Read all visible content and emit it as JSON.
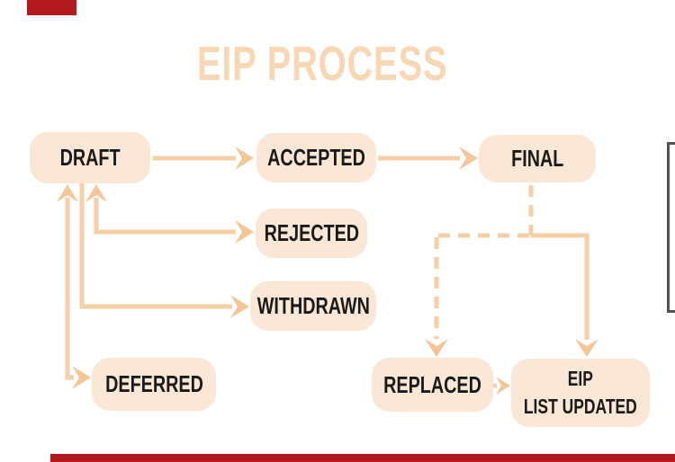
{
  "title": "EIP PROCESS",
  "nodes": {
    "draft": {
      "label": "DRAFT"
    },
    "accepted": {
      "label": "ACCEPTED"
    },
    "final": {
      "label": "FINAL"
    },
    "rejected": {
      "label": "REJECTED"
    },
    "withdrawn": {
      "label": "WITHDRAWN"
    },
    "deferred": {
      "label": "DEFERRED"
    },
    "replaced": {
      "label": "REPLACED"
    },
    "eip_list_updated": {
      "line1": "EIP",
      "line2": "LIST UPDATED"
    }
  },
  "edges": [
    {
      "from": "DRAFT",
      "to": "ACCEPTED",
      "style": "solid",
      "arrows": "forward"
    },
    {
      "from": "ACCEPTED",
      "to": "FINAL",
      "style": "solid",
      "arrows": "forward"
    },
    {
      "from": "DRAFT",
      "to": "REJECTED",
      "style": "solid",
      "arrows": "both"
    },
    {
      "from": "DRAFT",
      "to": "WITHDRAWN",
      "style": "solid",
      "arrows": "forward"
    },
    {
      "from": "DRAFT",
      "to": "DEFERRED",
      "style": "solid",
      "arrows": "both"
    },
    {
      "from": "FINAL",
      "to": "REPLACED",
      "style": "dashed",
      "arrows": "forward"
    },
    {
      "from": "FINAL",
      "to": "EIP LIST UPDATED",
      "style": "solid",
      "arrows": "forward"
    },
    {
      "from": "REPLACED",
      "to": "EIP LIST UPDATED",
      "style": "solid",
      "arrows": "forward"
    }
  ],
  "colors": {
    "bg": "#FFFFFF",
    "box_fill": "#FAE7D6",
    "connector": "#F6CFA5",
    "arrowhead": "#F4C597",
    "title_color": "#F8D8B4",
    "text_color": "#1A1A1A",
    "red": "#B11A1F",
    "frame_border": "#56514D"
  }
}
